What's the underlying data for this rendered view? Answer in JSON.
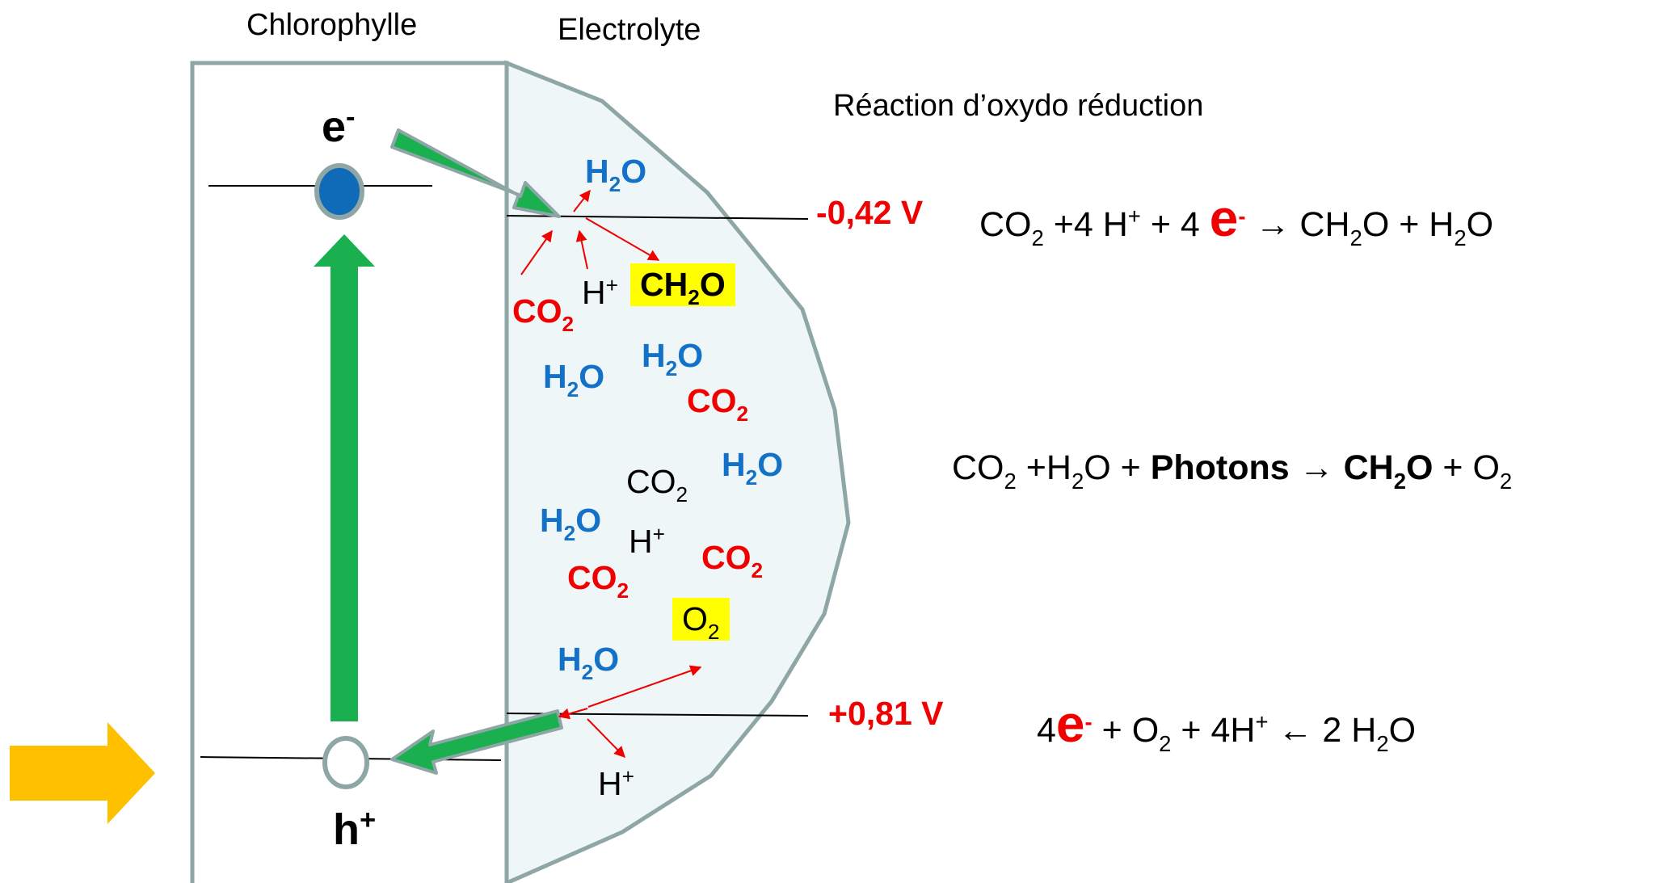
{
  "labels": {
    "chlorophylle": "Chlorophylle",
    "electrolyte": "Electrolyte",
    "reaction_title": "Réaction d’oxydo réduction",
    "electron": "e",
    "electron_sup": "-",
    "hole": "h",
    "hole_sup": "+",
    "pot_top": "-0,42 V",
    "pot_bottom": "+0,81 V"
  },
  "molecules": {
    "h": "H",
    "sub2": "2",
    "o": "O",
    "co": "CO",
    "ch": "CH",
    "hplus_h": "H",
    "plus": "+"
  },
  "equations": {
    "eq1": {
      "co": "CO",
      "sub2": "2",
      "part1": " +4 H",
      "plus": "+",
      "part2": " + 4 ",
      "e": "e",
      "eminus": "-",
      "arrow": " → CH",
      "sub2b": "2",
      "part3": "O + H",
      "sub2c": "2",
      "part4": "O"
    },
    "eq2": {
      "co": "CO",
      "sub2": "2",
      "part1": " +H",
      "sub2b": "2",
      "part2": "O + ",
      "photons": "Photons",
      "arrow": " → ",
      "ch": "CH",
      "sub2c": "2",
      "o": "O",
      "part3": " +  O",
      "sub2d": "2"
    },
    "eq3": {
      "four": "4",
      "e": "e",
      "eminus": "-",
      "part1": " + O",
      "sub2": "2",
      "part2": " + 4H",
      "plus": "+",
      "arrow": " ← ",
      "part3": " 2 H",
      "sub2b": "2",
      "part4": "O"
    }
  },
  "colors": {
    "electrolyte_fill": "#eef6f7",
    "border": "#8fa6a6",
    "green_arrow": "#1ab04f",
    "light_arrow": "#ffc000",
    "electron_dot": "#0f6ab8",
    "red": "#f00000",
    "blue": "#1471c8",
    "highlight": "#ffff00"
  }
}
